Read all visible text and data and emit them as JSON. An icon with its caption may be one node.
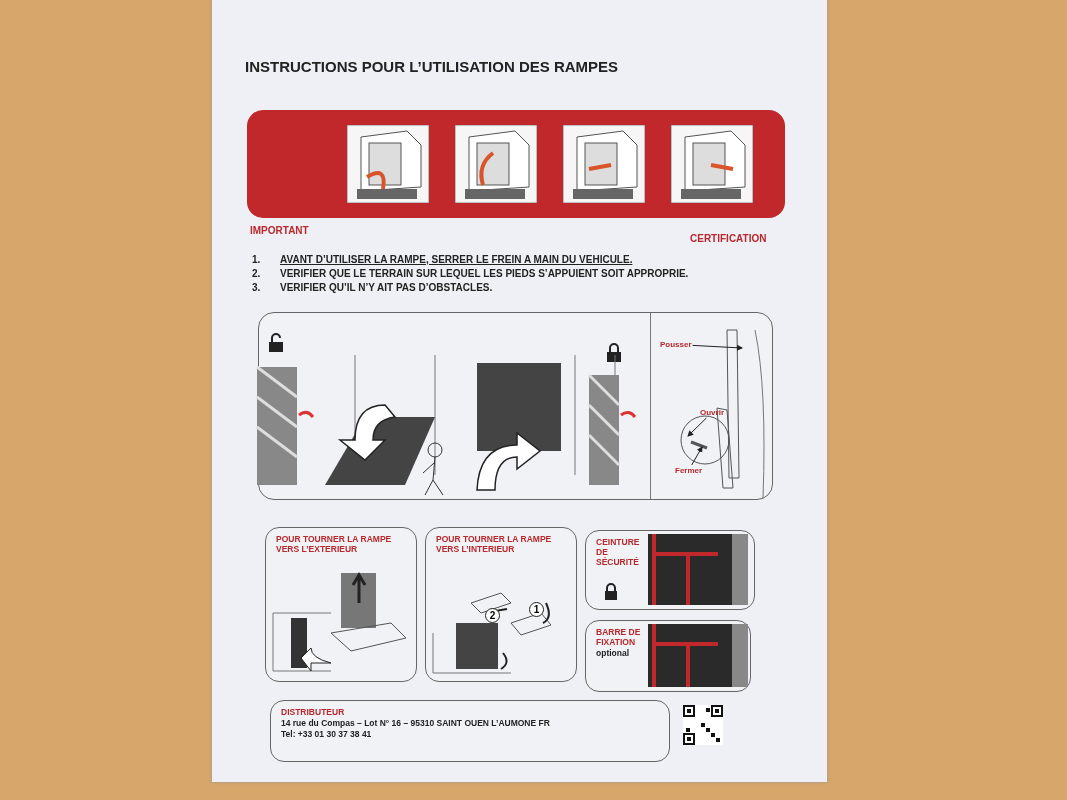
{
  "diagram": {
    "title": "INSTRUCTIONS POUR L’UTILISATION DES RAMPES",
    "nodes": [
      {
        "text": [
          "Pousser"
        ]
      },
      {
        "text": [
          "Ouvrir"
        ]
      },
      {
        "text": [
          "Fermer"
        ]
      },
      {
        "text": [
          "POUR TOURNER LA RAMPE VERS L’EXTERIEUR"
        ]
      },
      {
        "text": [
          "POUR TOURNER LA RAMPE VERS L’INTERIEUR"
        ]
      },
      {
        "text": [
          "CEINTURE DE SÉCURITÉ"
        ]
      },
      {
        "text": [
          "BARRE DE FIXATION",
          "optional"
        ]
      },
      {
        "text": [
          "DISTRIBUTEUR",
          "14 rue du Compas – Lot N° 16 – 95310 SAINT OUEN L’AUMONE   FR",
          "Tel: +33 01 30 37 38 41"
        ]
      }
    ],
    "edges": [
      {
        "from": 0,
        "to": null,
        "arrow": "to"
      },
      {
        "from": 1,
        "to": null,
        "arrow": "to"
      },
      {
        "from": 2,
        "to": null,
        "arrow": "to"
      }
    ],
    "labels": [
      "IMPORTANT",
      "CERTIFICATION",
      "1.",
      "AVANT D’UTILISER LA RAMPE, SERRER LE FREIN A MAIN DU VEHICULE.",
      "2.",
      "VERIFIER QUE LE TERRAIN SUR LEQUEL LES PIEDS S’APPUIENT SOIT APPROPRIE.",
      "3.",
      "VERIFIER QU’IL N’Y AIT PAS D’OBSTACLES.",
      "2",
      "1"
    ]
  }
}
